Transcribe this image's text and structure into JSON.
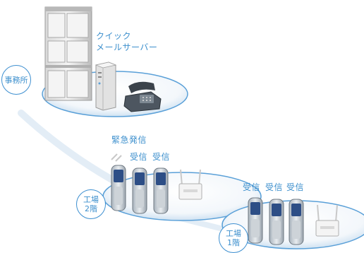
{
  "office": {
    "area_label": "事務所",
    "server_label_line1": "クイック",
    "server_label_line2": "メールサーバー"
  },
  "floor2": {
    "area_label_line1": "工場",
    "area_label_line2": "2階",
    "emergency_label": "緊急発信",
    "receive_labels": [
      "受信",
      "受信"
    ]
  },
  "floor1": {
    "area_label_line1": "工場",
    "area_label_line2": "1階",
    "receive_labels": [
      "受信",
      "受信",
      "受信"
    ]
  },
  "colors": {
    "accent": "#3c8fcd",
    "platform_edge": "#5aa0d8",
    "platform_fill": "#eef5fb"
  }
}
